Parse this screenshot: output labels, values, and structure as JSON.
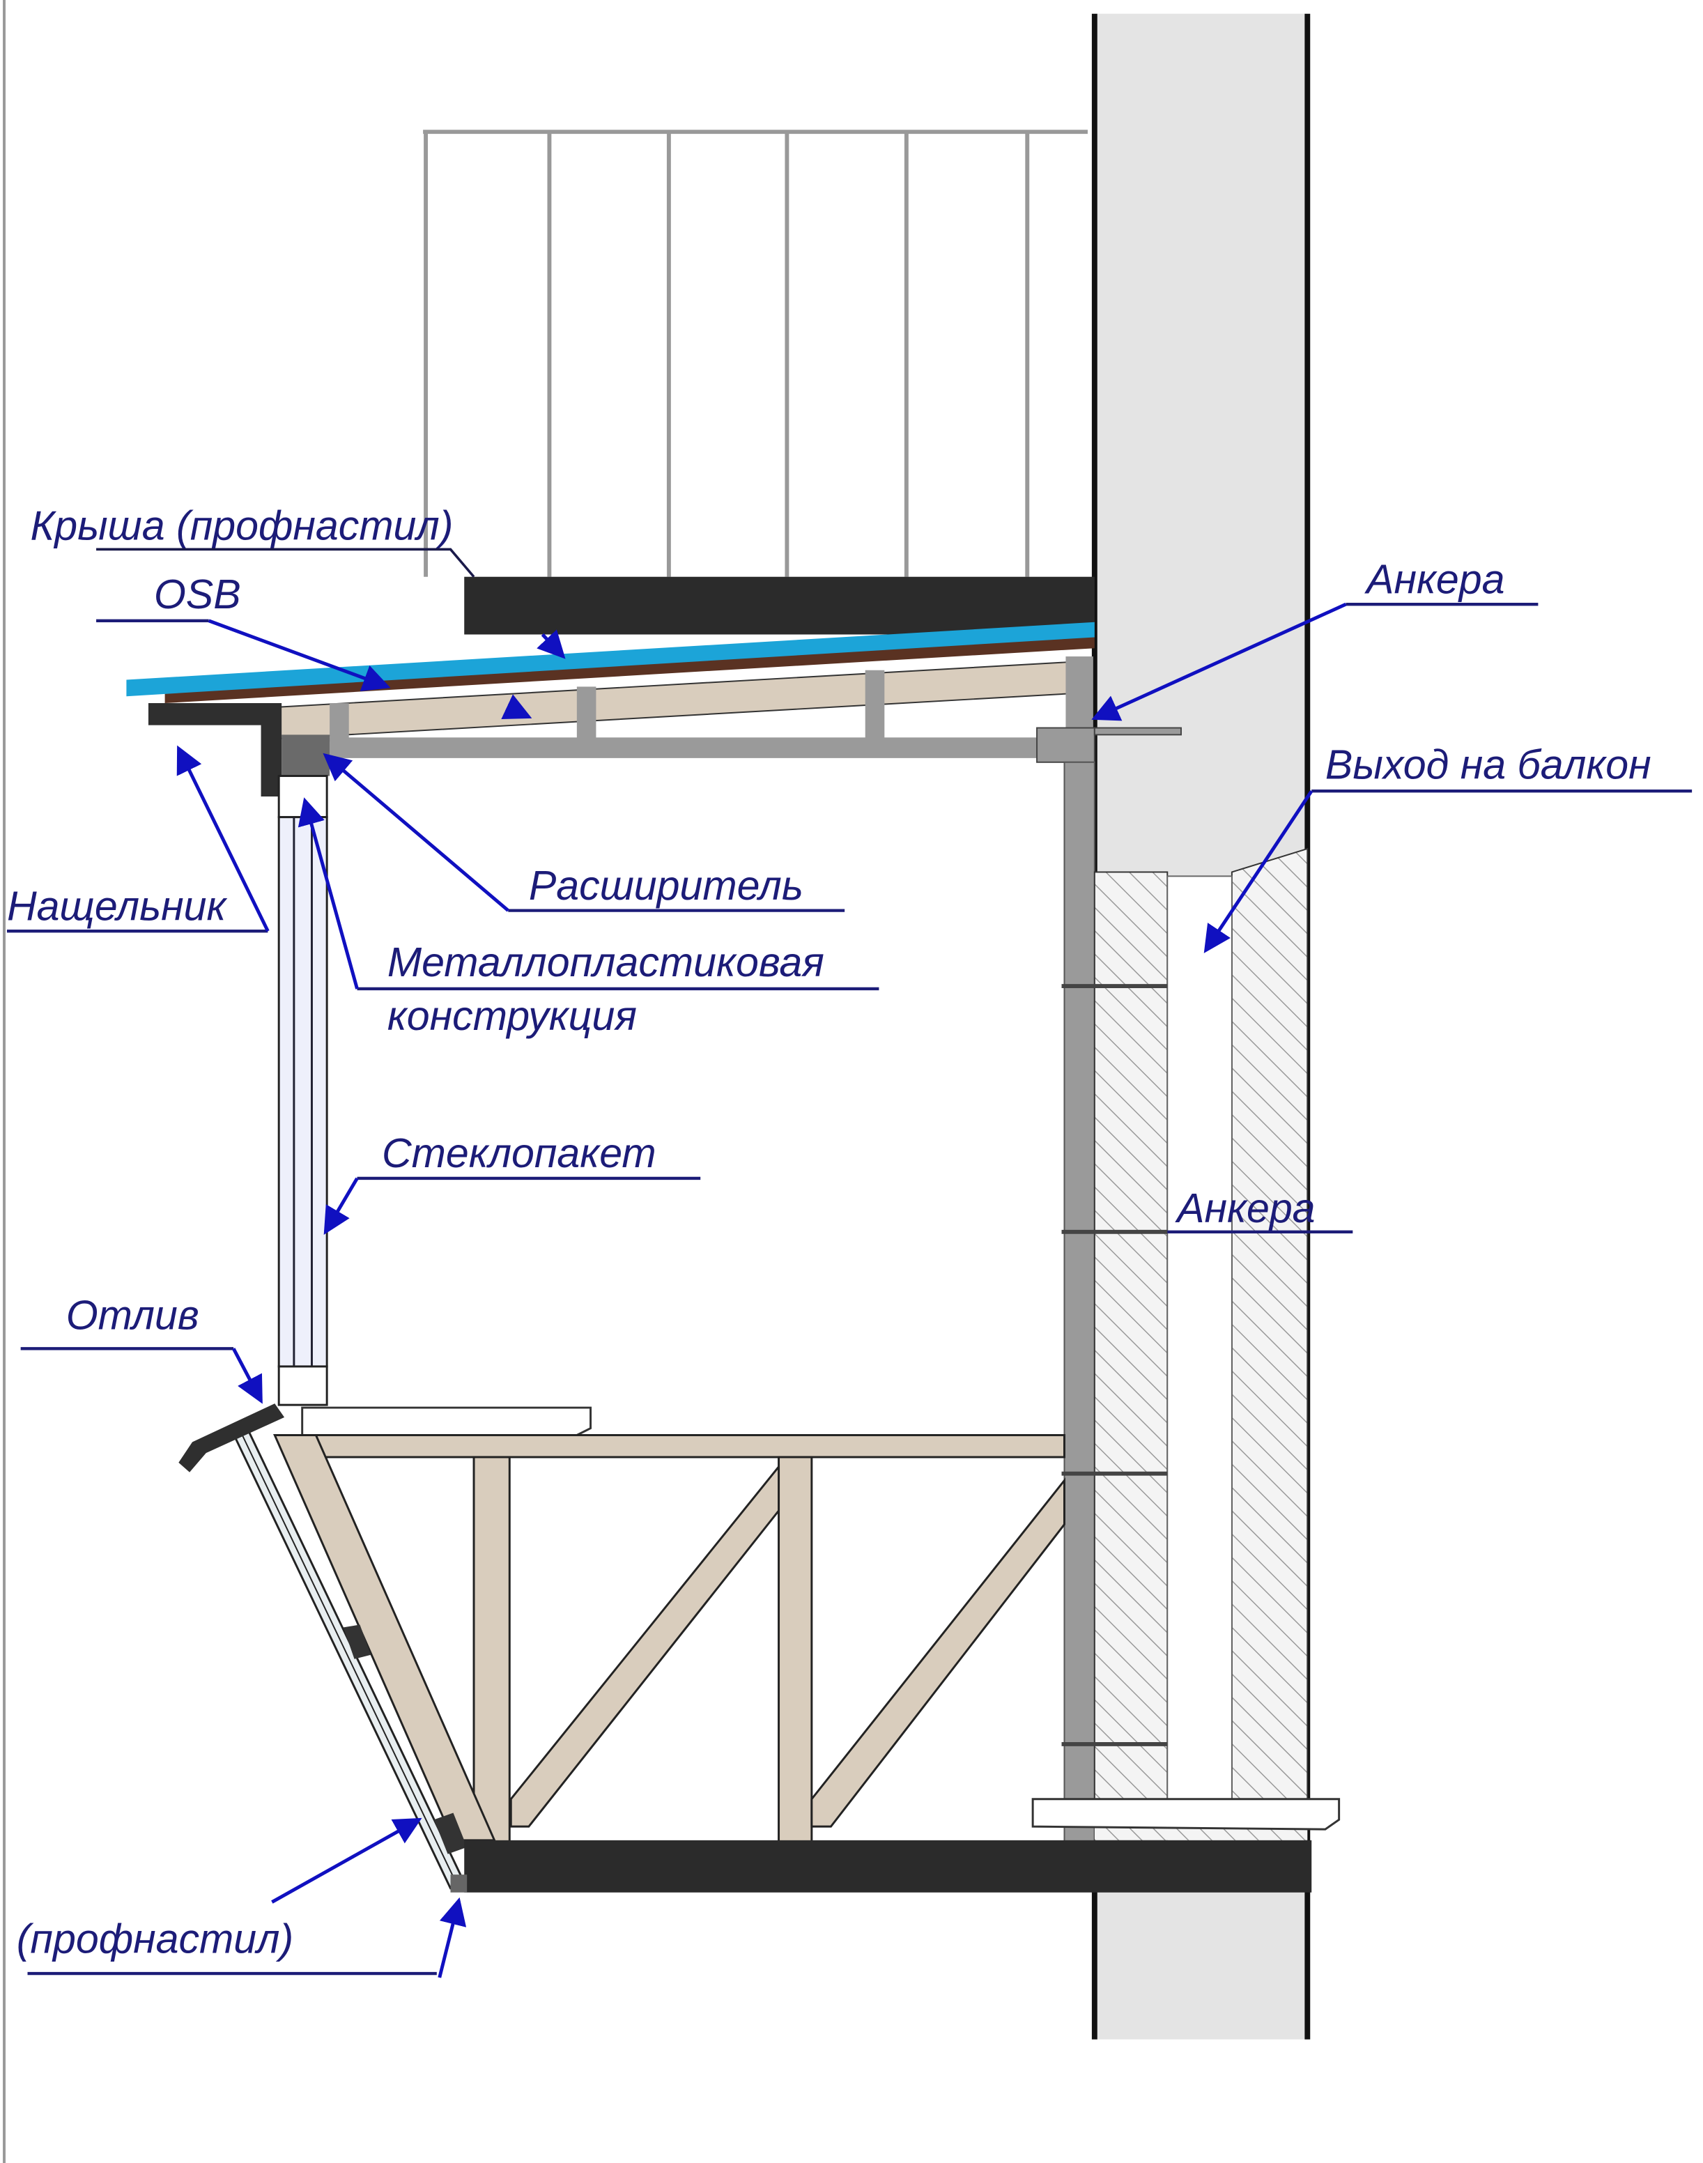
{
  "title": "Balcony extension cross-section",
  "labels": {
    "roof": "Крыша (профнастил)",
    "osb": "OSB",
    "anchors_top": "Анкера",
    "balcony_exit": "Выход на балкон",
    "flashing": "Нащельник",
    "extender": "Расширитель",
    "frame_line1": "Металлопластиковая",
    "frame_line2": "конструкция",
    "glazing": "Стеклопакет",
    "anchors_mid": "Анкера",
    "drip": "Отлив",
    "cladding": "(профнастил)"
  },
  "colors": {
    "label": "#1c1c78",
    "arrow": "#1010c0",
    "slab": "#2b2b2b",
    "roof_sheet": "#1ca4d8",
    "osb": "#5a3222",
    "timber": "#d9cdbd",
    "steel": "#9a9a9a",
    "wall": "#e4e4e4"
  }
}
